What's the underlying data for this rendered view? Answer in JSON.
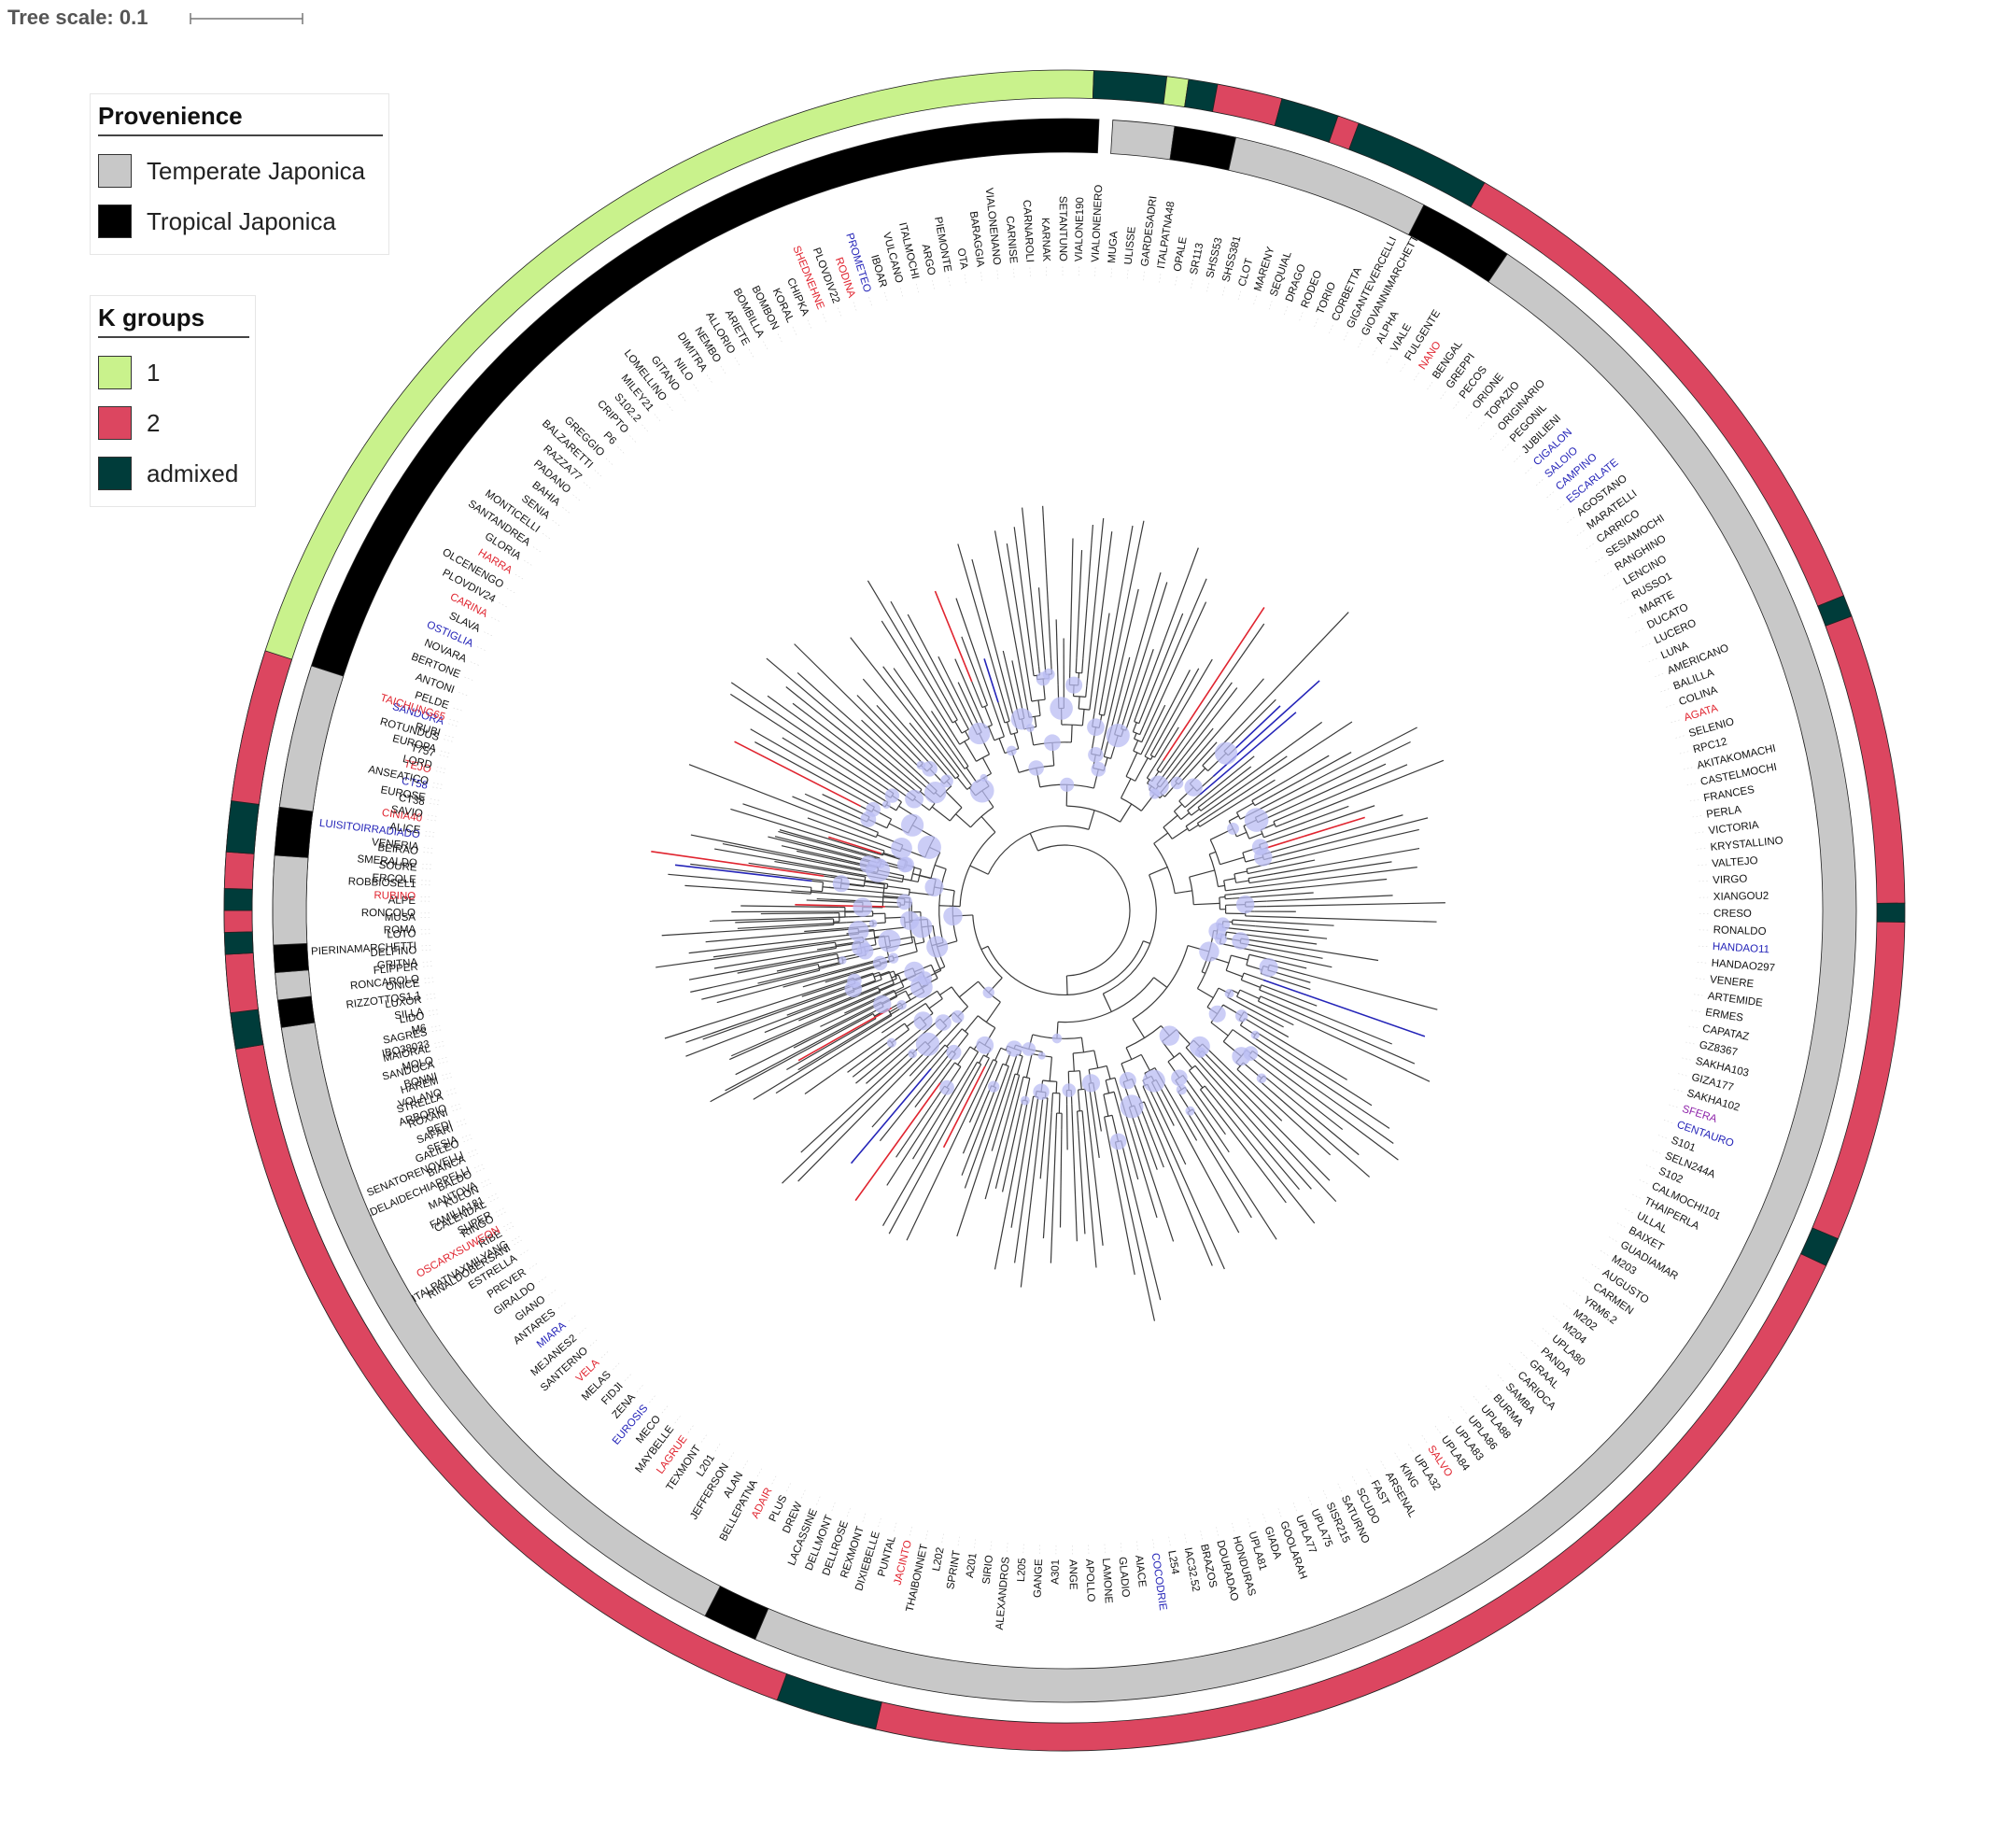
{
  "tree_scale": {
    "label": "Tree scale: 0.1"
  },
  "legends": {
    "provenience": {
      "title": "Provenience",
      "items": [
        {
          "label": "Temperate Japonica",
          "color": "#c8c8c8"
        },
        {
          "label": "Tropical Japonica",
          "color": "#000000"
        }
      ]
    },
    "k_groups": {
      "title": "K groups",
      "items": [
        {
          "label": "1",
          "color": "#c9f28c"
        },
        {
          "label": "2",
          "color": "#dc4660"
        },
        {
          "label": "admixed",
          "color": "#003c3a"
        }
      ]
    }
  },
  "label_colors": {
    "default": "#111111",
    "red": "#e0242f",
    "blue": "#2424b8",
    "purple": "#8e24aa"
  },
  "leaves": [
    {
      "n": "RINALDOBERSANI",
      "c": "k"
    },
    {
      "n": "RIBE",
      "c": "k"
    },
    {
      "n": "RINGO",
      "c": "k"
    },
    {
      "n": "CALENDAL",
      "c": "k"
    },
    {
      "n": "KULON",
      "c": "k"
    },
    {
      "n": "BALDO",
      "c": "k"
    },
    {
      "n": "BIANCA",
      "c": "k"
    },
    {
      "n": "GALILEO",
      "c": "k"
    },
    {
      "n": "SAFARI",
      "c": "k"
    },
    {
      "n": "ROXANI",
      "c": "k"
    },
    {
      "n": "STRELLA",
      "c": "k"
    },
    {
      "n": "HAREM",
      "c": "k"
    },
    {
      "n": "SANDOCA",
      "c": "k"
    },
    {
      "n": "MAIORAL",
      "c": "k"
    },
    {
      "n": "SAGRES",
      "c": "k"
    },
    {
      "n": "LIDO",
      "c": "k"
    },
    {
      "n": "LUXOR",
      "c": "k"
    },
    {
      "n": "ONICE",
      "c": "k"
    },
    {
      "n": "FLIPPER",
      "c": "k"
    },
    {
      "n": "DELFINO",
      "c": "k"
    },
    {
      "n": "LOTO",
      "c": "k"
    },
    {
      "n": "MUSA",
      "c": "k"
    },
    {
      "n": "ALPE",
      "c": "k"
    },
    {
      "n": "ROBBIOSEL1",
      "c": "k"
    },
    {
      "n": "SOURE",
      "c": "k"
    },
    {
      "n": "BEIRAO",
      "c": "k"
    },
    {
      "n": "LUISITOIRRADIADO",
      "c": "b"
    },
    {
      "n": "CINIA40",
      "c": "r"
    },
    {
      "n": "CT38",
      "c": "k"
    },
    {
      "n": "CT58",
      "c": "b"
    },
    {
      "n": "TEJO",
      "c": "r"
    },
    {
      "n": "T757",
      "c": "k"
    },
    {
      "n": "ROTUNDUS",
      "c": "k"
    },
    {
      "n": "SANDORA",
      "c": "b"
    },
    {
      "n": "PELDE",
      "c": "k"
    },
    {
      "n": "ANTONI",
      "c": "k"
    },
    {
      "n": "BERTONE",
      "c": "k"
    },
    {
      "n": "NOVARA",
      "c": "k"
    },
    {
      "n": "OSTIGLIA",
      "c": "b"
    },
    {
      "n": "SLAVA",
      "c": "k"
    },
    {
      "n": "CARINA",
      "c": "r"
    },
    {
      "n": "PLOVDIV24",
      "c": "k"
    },
    {
      "n": "OLCENENGO",
      "c": "k"
    },
    {
      "n": "HARRA",
      "c": "r"
    },
    {
      "n": "GLORIA",
      "c": "k"
    },
    {
      "n": "SANTANDREA",
      "c": "k"
    },
    {
      "n": "MONTICELLI",
      "c": "k"
    },
    {
      "n": "SENIA",
      "c": "k"
    },
    {
      "n": "BAHIA",
      "c": "k"
    },
    {
      "n": "PADANO",
      "c": "k"
    },
    {
      "n": "RAZZA77",
      "c": "k"
    },
    {
      "n": "BALZARETTI",
      "c": "k"
    },
    {
      "n": "GREGGIO",
      "c": "k"
    },
    {
      "n": "P6",
      "c": "k"
    },
    {
      "n": "CRIPTO",
      "c": "k"
    },
    {
      "n": "S102.2",
      "c": "k"
    },
    {
      "n": "MILEY21",
      "c": "k"
    },
    {
      "n": "LOMELLINO",
      "c": "k"
    },
    {
      "n": "GITANO",
      "c": "k"
    },
    {
      "n": "NILO",
      "c": "k"
    },
    {
      "n": "DIMITRA",
      "c": "k"
    },
    {
      "n": "NEMBO",
      "c": "k"
    },
    {
      "n": "ALLORIO",
      "c": "k"
    },
    {
      "n": "ARIETE",
      "c": "k"
    },
    {
      "n": "BOMBILLA",
      "c": "k"
    },
    {
      "n": "BOMBON",
      "c": "k"
    },
    {
      "n": "KORAL",
      "c": "k"
    },
    {
      "n": "CHIPKA",
      "c": "k"
    },
    {
      "n": "SHEDNEHNE",
      "c": "r"
    },
    {
      "n": "PLOVDIV22",
      "c": "k"
    },
    {
      "n": "RODINA",
      "c": "r"
    },
    {
      "n": "PROMETEO",
      "c": "b"
    },
    {
      "n": "IBOAR",
      "c": "k"
    },
    {
      "n": "VULCANO",
      "c": "k"
    },
    {
      "n": "ITALMOCHI",
      "c": "k"
    },
    {
      "n": "ARGO",
      "c": "k"
    },
    {
      "n": "PIEMONTE",
      "c": "k"
    },
    {
      "n": "OTA",
      "c": "k"
    },
    {
      "n": "BARAGGIA",
      "c": "k"
    },
    {
      "n": "VIALONENANO",
      "c": "k"
    },
    {
      "n": "CARNISE",
      "c": "k"
    },
    {
      "n": "CARNAROLI",
      "c": "k"
    },
    {
      "n": "KARNAK",
      "c": "k"
    },
    {
      "n": "SETANTUNO",
      "c": "k"
    },
    {
      "n": "VIALONE190",
      "c": "k"
    },
    {
      "n": "VIALONENERO",
      "c": "k"
    },
    {
      "n": "MUGA",
      "c": "k"
    },
    {
      "n": "ULISSE",
      "c": "k"
    },
    {
      "n": "GARDESADRI",
      "c": "k"
    },
    {
      "n": "ITALPATNA48",
      "c": "k"
    },
    {
      "n": "OPALE",
      "c": "k"
    },
    {
      "n": "SR113",
      "c": "k"
    },
    {
      "n": "SHSS53",
      "c": "k"
    },
    {
      "n": "SHSS381",
      "c": "k"
    },
    {
      "n": "CLOT",
      "c": "k"
    },
    {
      "n": "MARENY",
      "c": "k"
    },
    {
      "n": "SEQUIAL",
      "c": "k"
    },
    {
      "n": "DRAGO",
      "c": "k"
    },
    {
      "n": "RODEO",
      "c": "k"
    },
    {
      "n": "TORIO",
      "c": "k"
    },
    {
      "n": "CORBETTA",
      "c": "k"
    },
    {
      "n": "GIGANTEVERCELLI",
      "c": "k"
    },
    {
      "n": "GIOVANNIMARCHETTI",
      "c": "k"
    },
    {
      "n": "ALPHA",
      "c": "k"
    },
    {
      "n": "VIALE",
      "c": "k"
    },
    {
      "n": "FULGENTE",
      "c": "k"
    },
    {
      "n": "NANO",
      "c": "r"
    },
    {
      "n": "BENGAL",
      "c": "k"
    },
    {
      "n": "GREPPI",
      "c": "k"
    },
    {
      "n": "PECOS",
      "c": "k"
    },
    {
      "n": "ORIONE",
      "c": "k"
    },
    {
      "n": "TOPAZIO",
      "c": "k"
    },
    {
      "n": "ORIGINARIO",
      "c": "k"
    },
    {
      "n": "PEGONIL",
      "c": "k"
    },
    {
      "n": "JUBILIENI",
      "c": "k"
    },
    {
      "n": "CIGALON",
      "c": "b"
    },
    {
      "n": "SALOIO",
      "c": "b"
    },
    {
      "n": "CAMPINO",
      "c": "b"
    },
    {
      "n": "ESCARLATE",
      "c": "b"
    },
    {
      "n": "AGOSTANO",
      "c": "k"
    },
    {
      "n": "MARATELLI",
      "c": "k"
    },
    {
      "n": "CARRICO",
      "c": "k"
    },
    {
      "n": "SESIAMOCHI",
      "c": "k"
    },
    {
      "n": "RANGHINO",
      "c": "k"
    },
    {
      "n": "LENCINO",
      "c": "k"
    },
    {
      "n": "RUSSO1",
      "c": "k"
    },
    {
      "n": "MARTE",
      "c": "k"
    },
    {
      "n": "DUCATO",
      "c": "k"
    },
    {
      "n": "LUCERO",
      "c": "k"
    },
    {
      "n": "LUNA",
      "c": "k"
    },
    {
      "n": "AMERICANO",
      "c": "k"
    },
    {
      "n": "BALILLA",
      "c": "k"
    },
    {
      "n": "COLINA",
      "c": "k"
    },
    {
      "n": "AGATA",
      "c": "r"
    },
    {
      "n": "SELENIO",
      "c": "k"
    },
    {
      "n": "RPC12",
      "c": "k"
    },
    {
      "n": "AKITAKOMACHI",
      "c": "k"
    },
    {
      "n": "CASTELMOCHI",
      "c": "k"
    },
    {
      "n": "FRANCES",
      "c": "k"
    },
    {
      "n": "PERLA",
      "c": "k"
    },
    {
      "n": "VICTORIA",
      "c": "k"
    },
    {
      "n": "KRYSTALLINO",
      "c": "k"
    },
    {
      "n": "VALTEJO",
      "c": "k"
    },
    {
      "n": "VIRGO",
      "c": "k"
    },
    {
      "n": "XIANGOU2",
      "c": "k"
    },
    {
      "n": "CRESO",
      "c": "k"
    },
    {
      "n": "RONALDO",
      "c": "k"
    },
    {
      "n": "HANDAO11",
      "c": "b"
    },
    {
      "n": "HANDAO297",
      "c": "k"
    },
    {
      "n": "VENERE",
      "c": "k"
    },
    {
      "n": "ARTEMIDE",
      "c": "k"
    },
    {
      "n": "ERMES",
      "c": "k"
    },
    {
      "n": "CAPATAZ",
      "c": "k"
    },
    {
      "n": "GZ8367",
      "c": "k"
    },
    {
      "n": "SAKHA103",
      "c": "k"
    },
    {
      "n": "GIZA177",
      "c": "k"
    },
    {
      "n": "SAKHA102",
      "c": "k"
    },
    {
      "n": "SFERA",
      "c": "p"
    },
    {
      "n": "CENTAURO",
      "c": "b"
    },
    {
      "n": "S101",
      "c": "k"
    },
    {
      "n": "SELN244A",
      "c": "k"
    },
    {
      "n": "S102",
      "c": "k"
    },
    {
      "n": "CALMOCHI101",
      "c": "k"
    },
    {
      "n": "THAIPERLA",
      "c": "k"
    },
    {
      "n": "ULLAL",
      "c": "k"
    },
    {
      "n": "BAIXET",
      "c": "k"
    },
    {
      "n": "GUADIAMAR",
      "c": "k"
    },
    {
      "n": "M203",
      "c": "k"
    },
    {
      "n": "AUGUSTO",
      "c": "k"
    },
    {
      "n": "CARMEN",
      "c": "k"
    },
    {
      "n": "YRM6.2",
      "c": "k"
    },
    {
      "n": "M202",
      "c": "k"
    },
    {
      "n": "M204",
      "c": "k"
    },
    {
      "n": "UPLA80",
      "c": "k"
    },
    {
      "n": "PANDA",
      "c": "k"
    },
    {
      "n": "GRAAL",
      "c": "k"
    },
    {
      "n": "CARIOCA",
      "c": "k"
    },
    {
      "n": "SAMBA",
      "c": "k"
    },
    {
      "n": "BURMA",
      "c": "k"
    },
    {
      "n": "UPLA88",
      "c": "k"
    },
    {
      "n": "UPLA86",
      "c": "k"
    },
    {
      "n": "UPLA83",
      "c": "k"
    },
    {
      "n": "UPLA84",
      "c": "k"
    },
    {
      "n": "SALVO",
      "c": "r"
    },
    {
      "n": "UPLA32",
      "c": "k"
    },
    {
      "n": "KING",
      "c": "k"
    },
    {
      "n": "ARSENAL",
      "c": "k"
    },
    {
      "n": "FAST",
      "c": "k"
    },
    {
      "n": "SCUDO",
      "c": "k"
    },
    {
      "n": "SATURNO",
      "c": "k"
    },
    {
      "n": "SISR215",
      "c": "k"
    },
    {
      "n": "UPLA75",
      "c": "k"
    },
    {
      "n": "UPLA77",
      "c": "k"
    },
    {
      "n": "GOOLARAH",
      "c": "k"
    },
    {
      "n": "GIADA",
      "c": "k"
    },
    {
      "n": "UPLA81",
      "c": "k"
    },
    {
      "n": "HONDURAS",
      "c": "k"
    },
    {
      "n": "DOURADAO",
      "c": "k"
    },
    {
      "n": "BRAZOS",
      "c": "k"
    },
    {
      "n": "IAC32.52",
      "c": "k"
    },
    {
      "n": "L254",
      "c": "k"
    },
    {
      "n": "COCODRIE",
      "c": "b"
    },
    {
      "n": "AIACE",
      "c": "k"
    },
    {
      "n": "GLADIO",
      "c": "k"
    },
    {
      "n": "LAMONE",
      "c": "k"
    },
    {
      "n": "APOLLO",
      "c": "k"
    },
    {
      "n": "ANGE",
      "c": "k"
    },
    {
      "n": "A301",
      "c": "k"
    },
    {
      "n": "GANGE",
      "c": "k"
    },
    {
      "n": "L205",
      "c": "k"
    },
    {
      "n": "ALEXANDROS",
      "c": "k"
    },
    {
      "n": "SIRIO",
      "c": "k"
    },
    {
      "n": "A201",
      "c": "k"
    },
    {
      "n": "SPRINT",
      "c": "k"
    },
    {
      "n": "L202",
      "c": "k"
    },
    {
      "n": "THAIBONNET",
      "c": "k"
    },
    {
      "n": "JACINTO",
      "c": "r"
    },
    {
      "n": "PUNTAL",
      "c": "k"
    },
    {
      "n": "DIXIEBELLE",
      "c": "k"
    },
    {
      "n": "REXMONT",
      "c": "k"
    },
    {
      "n": "DELLROSE",
      "c": "k"
    },
    {
      "n": "DELLMONT",
      "c": "k"
    },
    {
      "n": "LACASSINE",
      "c": "k"
    },
    {
      "n": "DREW",
      "c": "k"
    },
    {
      "n": "PLUS",
      "c": "k"
    },
    {
      "n": "ADAIR",
      "c": "r"
    },
    {
      "n": "BELLEPATNA",
      "c": "k"
    },
    {
      "n": "ALAN",
      "c": "k"
    },
    {
      "n": "JEFFERSON",
      "c": "k"
    },
    {
      "n": "L201",
      "c": "k"
    },
    {
      "n": "TEXMONT",
      "c": "k"
    },
    {
      "n": "LAGRUE",
      "c": "r"
    },
    {
      "n": "MAYBELLE",
      "c": "k"
    },
    {
      "n": "MECO",
      "c": "k"
    },
    {
      "n": "EUROSIS",
      "c": "b"
    },
    {
      "n": "ZENA",
      "c": "k"
    },
    {
      "n": "FIDJI",
      "c": "k"
    },
    {
      "n": "MELAS",
      "c": "k"
    },
    {
      "n": "VELA",
      "c": "r"
    },
    {
      "n": "SANTERNO",
      "c": "k"
    },
    {
      "n": "MEJANES2",
      "c": "k"
    },
    {
      "n": "MIARA",
      "c": "b"
    },
    {
      "n": "ANTARES",
      "c": "k"
    },
    {
      "n": "GIANO",
      "c": "k"
    },
    {
      "n": "GIRALDO",
      "c": "k"
    },
    {
      "n": "PREVER",
      "c": "k"
    },
    {
      "n": "ESTRELLA",
      "c": "k"
    },
    {
      "n": "ITALPATNAXMILYANG",
      "c": "k"
    },
    {
      "n": "OSCARXSUWEON",
      "c": "r"
    },
    {
      "n": "SUPER",
      "c": "k"
    },
    {
      "n": "FAMILIA181",
      "c": "k"
    },
    {
      "n": "MANTOVA",
      "c": "k"
    },
    {
      "n": "ADELAIDECHIAPPELLI",
      "c": "k"
    },
    {
      "n": "SENATORENOVELLI",
      "c": "k"
    },
    {
      "n": "SESIA",
      "c": "k"
    },
    {
      "n": "REDI",
      "c": "k"
    },
    {
      "n": "ARBORIO",
      "c": "k"
    },
    {
      "n": "VOLANO",
      "c": "k"
    },
    {
      "n": "BONNI",
      "c": "k"
    },
    {
      "n": "MOLO",
      "c": "k"
    },
    {
      "n": "IBO38033",
      "c": "k"
    },
    {
      "n": "M6",
      "c": "k"
    },
    {
      "n": "SILLA",
      "c": "k"
    },
    {
      "n": "RIZZOTTOS1.1",
      "c": "k"
    },
    {
      "n": "RONCAROLO",
      "c": "k"
    },
    {
      "n": "GRITNA",
      "c": "k"
    },
    {
      "n": "PIERINAMARCHETTI",
      "c": "k"
    },
    {
      "n": "ROMA",
      "c": "k"
    },
    {
      "n": "RONCOLO",
      "c": "k"
    },
    {
      "n": "RUBINO",
      "c": "r"
    },
    {
      "n": "ERCOLE",
      "c": "k"
    },
    {
      "n": "SMERALDO",
      "c": "k"
    },
    {
      "n": "VENERIA",
      "c": "k"
    },
    {
      "n": "ALICE",
      "c": "k"
    },
    {
      "n": "SAVIO",
      "c": "k"
    },
    {
      "n": "EUROSE",
      "c": "k"
    },
    {
      "n": "ANSEATICO",
      "c": "k"
    },
    {
      "n": "LORD",
      "c": "k"
    },
    {
      "n": "EUROPA",
      "c": "k"
    },
    {
      "n": "RUBI",
      "c": "k"
    },
    {
      "n": "TAICHUNG65",
      "c": "r"
    }
  ],
  "rings": {
    "provenience": [
      {
        "a0": -212,
        "a1": -87.5,
        "t": "trop"
      },
      {
        "a0": -86.5,
        "a1": -82,
        "t": "temp"
      },
      {
        "a0": -82,
        "a1": -77.5,
        "t": "trop"
      },
      {
        "a0": -77.5,
        "a1": -63,
        "t": "temp"
      },
      {
        "a0": -63,
        "a1": -56,
        "t": "trop"
      },
      {
        "a0": -56,
        "a1": 113,
        "t": "temp"
      },
      {
        "a0": 113,
        "a1": 117,
        "t": "trop"
      },
      {
        "a0": 117,
        "a1": 171.5,
        "t": "temp"
      },
      {
        "a0": 171.5,
        "a1": 173.5,
        "t": "trop"
      },
      {
        "a0": 173.5,
        "a1": 175.5,
        "t": "temp"
      },
      {
        "a0": 175.5,
        "a1": 177.5,
        "t": "trop"
      },
      {
        "a0": 177.5,
        "a1": 184,
        "t": "temp"
      },
      {
        "a0": 184,
        "a1": 187.5,
        "t": "trop"
      },
      {
        "a0": 187.5,
        "a1": 198,
        "t": "temp"
      }
    ],
    "k_groups": [
      {
        "a0": -212,
        "a1": -205,
        "t": "adm"
      },
      {
        "a0": -205,
        "a1": -203,
        "t": "k1"
      },
      {
        "a0": -203,
        "a1": -196,
        "t": "adm"
      },
      {
        "a0": -196,
        "a1": -188,
        "t": "k1"
      },
      {
        "a0": -188,
        "a1": -185,
        "t": "adm"
      },
      {
        "a0": -185,
        "a1": -88,
        "t": "k1"
      },
      {
        "a0": -88,
        "a1": -83,
        "t": "adm"
      },
      {
        "a0": -83,
        "a1": -81.5,
        "t": "k1"
      },
      {
        "a0": -81.5,
        "a1": -79.5,
        "t": "adm"
      },
      {
        "a0": -79.5,
        "a1": -75,
        "t": "k2"
      },
      {
        "a0": -75,
        "a1": -71,
        "t": "adm"
      },
      {
        "a0": -71,
        "a1": -69.5,
        "t": "k2"
      },
      {
        "a0": -69.5,
        "a1": -60,
        "t": "adm"
      },
      {
        "a0": -60,
        "a1": -22,
        "t": "k2"
      },
      {
        "a0": -22,
        "a1": -20.5,
        "t": "adm"
      },
      {
        "a0": -20.5,
        "a1": -0.5,
        "t": "k2"
      },
      {
        "a0": -0.5,
        "a1": 0.8,
        "t": "adm"
      },
      {
        "a0": 0.8,
        "a1": 23,
        "t": "k2"
      },
      {
        "a0": 23,
        "a1": 25,
        "t": "adm"
      },
      {
        "a0": 25,
        "a1": 103,
        "t": "k2"
      },
      {
        "a0": 103,
        "a1": 110,
        "t": "adm"
      },
      {
        "a0": 110,
        "a1": 170.5,
        "t": "k2"
      },
      {
        "a0": 170.5,
        "a1": 173,
        "t": "adm"
      },
      {
        "a0": 173,
        "a1": 177,
        "t": "k2"
      },
      {
        "a0": 177,
        "a1": 178.5,
        "t": "adm"
      },
      {
        "a0": 178.5,
        "a1": 180,
        "t": "k2"
      },
      {
        "a0": 180,
        "a1": 181.5,
        "t": "adm"
      },
      {
        "a0": 181.5,
        "a1": 184,
        "t": "k2"
      },
      {
        "a0": 184,
        "a1": 187.5,
        "t": "adm"
      },
      {
        "a0": 187.5,
        "a1": 198,
        "t": "k2"
      }
    ]
  }
}
